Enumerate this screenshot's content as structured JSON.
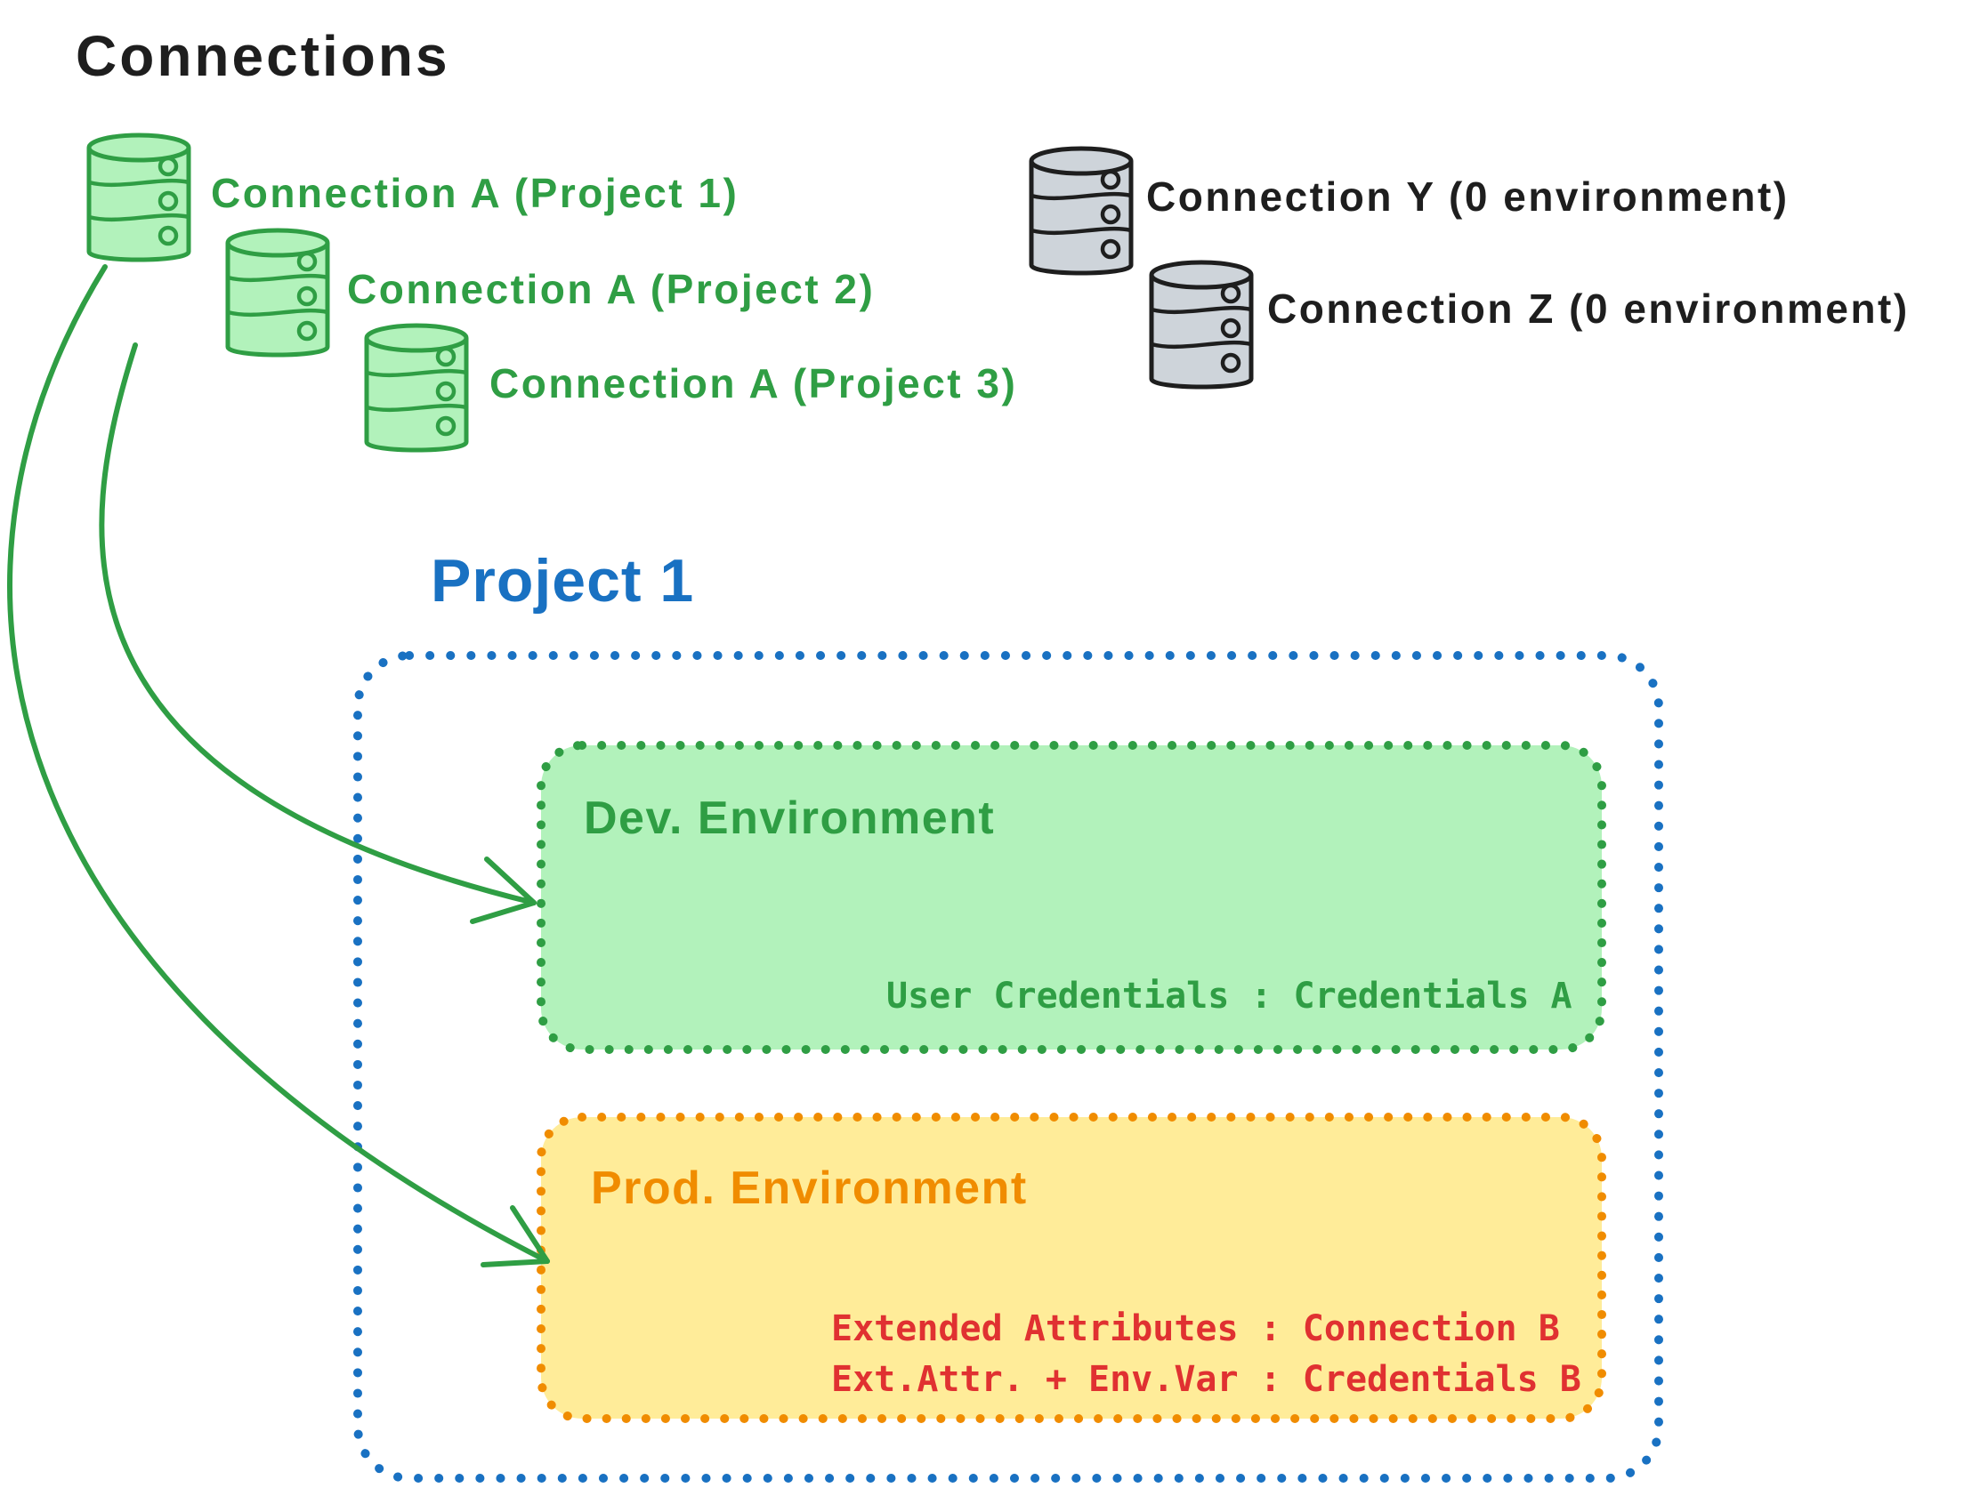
{
  "title": "Connections",
  "palette": {
    "ink": "#1e1e1e",
    "green": "#2f9e44",
    "green_fill": "#b2f2bb",
    "blue": "#1971c2",
    "orange": "#f08c00",
    "orange_fill": "#ffec99",
    "red": "#e03131",
    "gray_fill": "#ced4da"
  },
  "project_connections": [
    {
      "icon": "database",
      "label": "Connection A (Project 1)"
    },
    {
      "icon": "database",
      "label": "Connection A (Project 2)"
    },
    {
      "icon": "database",
      "label": "Connection A (Project 3)"
    }
  ],
  "unassigned_connections": [
    {
      "icon": "database",
      "label": "Connection Y (0 environment)"
    },
    {
      "icon": "database",
      "label": "Connection Z (0 environment)"
    }
  ],
  "project": {
    "title": "Project 1",
    "dev_environment": {
      "name": "Dev. Environment",
      "mapping": "User Credentials : Credentials A"
    },
    "prod_environment": {
      "name": "Prod. Environment",
      "mappings": [
        "Extended Attributes : Connection B",
        "Ext.Attr. + Env.Var : Credentials B"
      ]
    }
  }
}
